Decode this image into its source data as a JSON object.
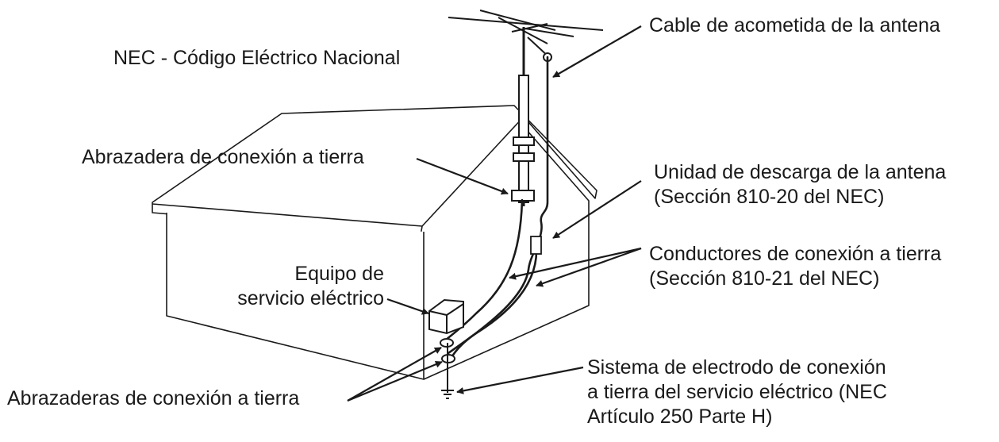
{
  "labels": {
    "nec_title": "NEC - Código Eléctrico Nacional",
    "antenna_lead_in_wire": "Cable de acometida de la antena",
    "ground_clamp": "Abrazadera de conexión a tierra",
    "discharge_unit": {
      "line1": "Unidad de descarga de la antena",
      "line2": "(Sección 810-20 del NEC)"
    },
    "grounding_conductors": {
      "line1": "Conductores de conexión a tierra",
      "line2": "(Sección 810-21 del NEC)"
    },
    "service_equipment": {
      "line1": "Equipo de",
      "line2": "servicio eléctrico"
    },
    "electrode_system": {
      "line1": "Sistema de electrodo de conexión",
      "line2": "a tierra del servicio eléctrico (NEC",
      "line3": "Artículo 250 Parte H)"
    },
    "ground_clamps": "Abrazaderas de conexión a tierra"
  },
  "colors": {
    "line": "#1a1a1a",
    "background": "#ffffff"
  }
}
